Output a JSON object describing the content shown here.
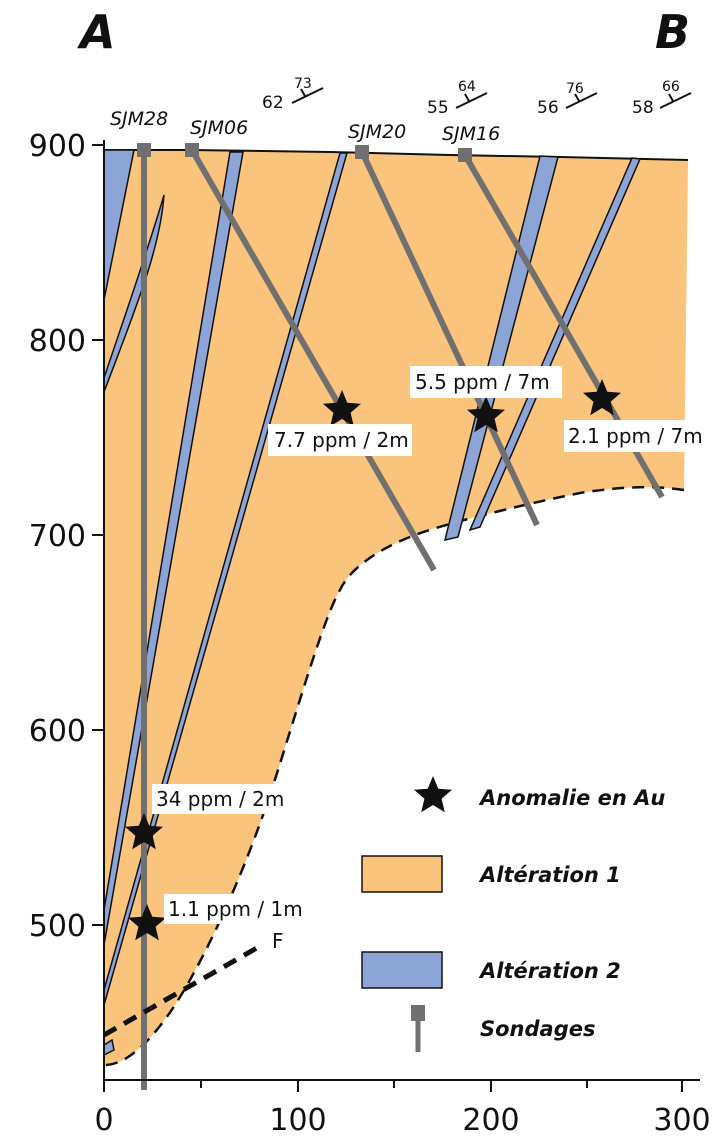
{
  "corners": {
    "left": "A",
    "right": "B"
  },
  "y_axis": {
    "ticks": [
      "900",
      "800",
      "700",
      "600",
      "500"
    ]
  },
  "x_axis": {
    "ticks": [
      "0",
      "100",
      "200",
      "300"
    ]
  },
  "drillholes": [
    {
      "name": "SJM28"
    },
    {
      "name": "SJM06"
    },
    {
      "name": "SJM20"
    },
    {
      "name": "SJM16"
    }
  ],
  "dip_measurements": [
    {
      "dip": "62",
      "strike": "73"
    },
    {
      "dip": "55",
      "strike": "64"
    },
    {
      "dip": "56",
      "strike": "76"
    },
    {
      "dip": "58",
      "strike": "66"
    }
  ],
  "assays": [
    {
      "label": "7.7 ppm / 2m"
    },
    {
      "label": "5.5 ppm / 7m"
    },
    {
      "label": "2.1 ppm / 7m"
    },
    {
      "label": "34 ppm / 2m"
    },
    {
      "label": "1.1 ppm / 1m"
    }
  ],
  "fault": {
    "label": "F"
  },
  "legend": {
    "anomaly": "Anomalie en Au",
    "alteration1": "Altération 1",
    "alteration2": "Altération 2",
    "drillholes": "Sondages"
  },
  "colors": {
    "alteration1": "#FBC47C",
    "alteration2": "#8DA4D6",
    "drillhole": "#707070",
    "outline": "#111111"
  }
}
